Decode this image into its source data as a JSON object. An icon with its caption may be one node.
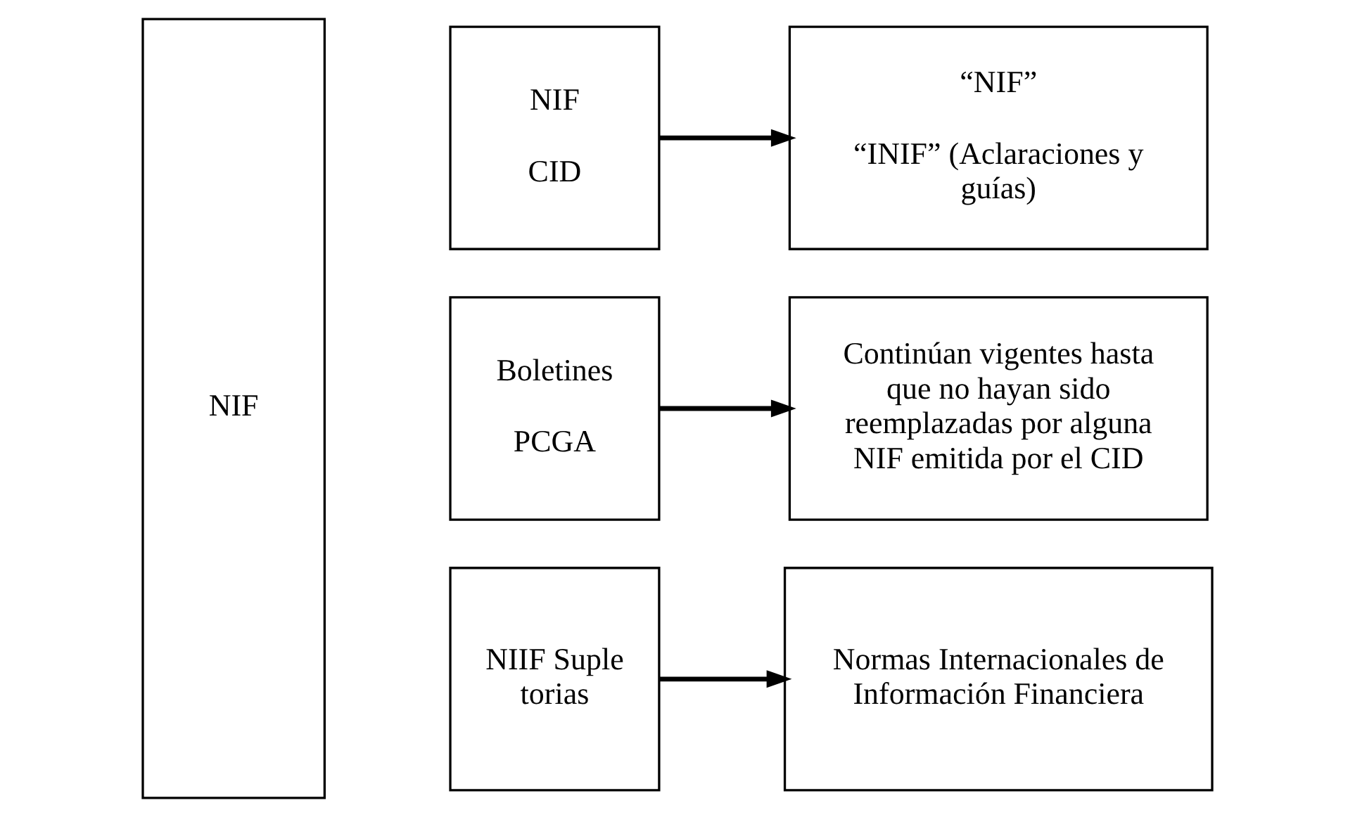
{
  "diagram": {
    "nodes": [
      {
        "text": [
          "NIF"
        ]
      },
      {
        "text": [
          "NIF",
          "CID"
        ]
      },
      {
        "text": [
          "Boletines",
          "PCGA"
        ]
      },
      {
        "text": [
          "NIIF Supletorias"
        ]
      },
      {
        "text": [
          "“NIF”",
          "“INIF” (Aclaraciones y guías)"
        ]
      },
      {
        "text": [
          "Continúan vigentes hasta que no hayan sido reemplazadas por alguna NIF emitida por el CID"
        ]
      },
      {
        "text": [
          "Normas Internacionales de Información Financiera"
        ]
      }
    ],
    "edges": [
      {
        "from": 1,
        "to": 4,
        "arrow": "to"
      },
      {
        "from": 2,
        "to": 5,
        "arrow": "to"
      },
      {
        "from": 3,
        "to": 6,
        "arrow": "to"
      }
    ]
  }
}
